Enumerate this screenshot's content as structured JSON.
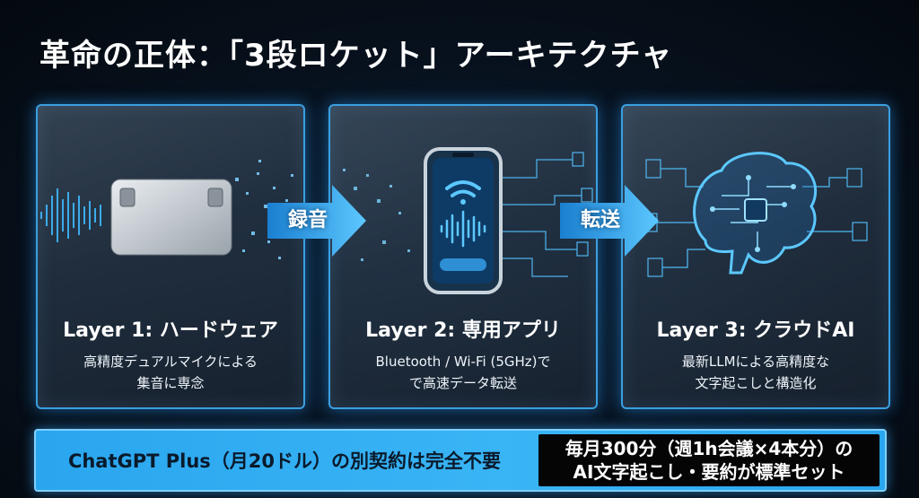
{
  "title": "革命の正体：「3段ロケット」アーキテクチャ",
  "layers": [
    {
      "heading": "Layer 1: ハードウェア",
      "desc1": "高精度デュアルマイクによる",
      "desc2": "集音に専念"
    },
    {
      "heading": "Layer 2: 専用アプリ",
      "desc1": "Bluetooth / Wi-Fi (5GHz)で",
      "desc2": "で高速データ転送"
    },
    {
      "heading": "Layer 3: クラウドAI",
      "desc1": "最新LLMによる高精度な",
      "desc2": "文字起こしと構造化"
    }
  ],
  "arrows": {
    "first": "録音",
    "second": "転送"
  },
  "banner": {
    "left": "ChatGPT Plus（月20ドル）の別契約は完全不要",
    "right_line1": "毎月300分（週1h会議×4本分）の",
    "right_line2": "AI文字起こし・要約が標準セット"
  },
  "colors": {
    "accent": "#2aa6ef",
    "panel_border": "#3a9fe0",
    "background": "#07111d"
  },
  "icons": [
    "recorder-device-icon",
    "smartphone-icon",
    "wifi-icon",
    "waveform-icon",
    "brain-circuit-icon",
    "document-icon"
  ]
}
